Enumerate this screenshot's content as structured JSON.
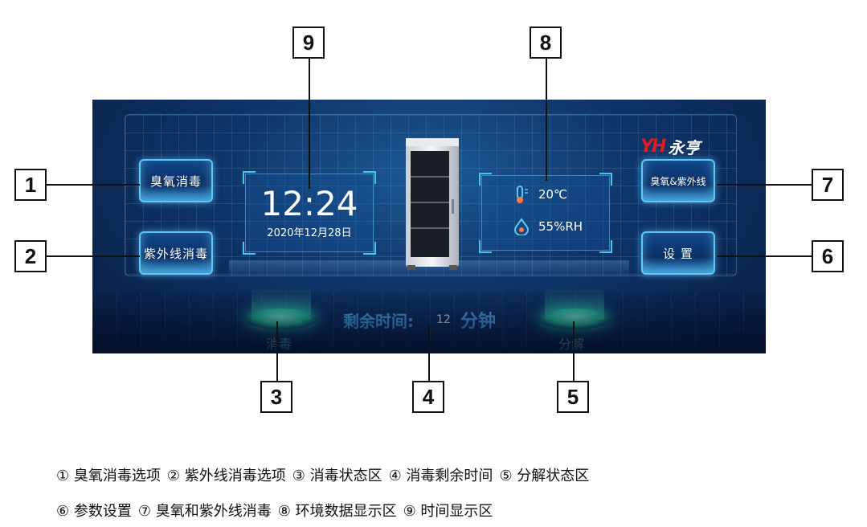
{
  "screen": {
    "brand": {
      "mark": "YH",
      "name": "永亨"
    },
    "buttons": {
      "ozone": "臭氧消毒",
      "uv": "紫外线消毒",
      "ozone_uv": "臭氧&紫外线",
      "settings": "设 置"
    },
    "clock": {
      "time": "12:24",
      "date": "2020年12月28日"
    },
    "environment": {
      "temperature": "20℃",
      "humidity": "55%RH"
    },
    "remaining": {
      "label": "剩余时间:",
      "value": "12",
      "unit": "分钟"
    },
    "status": {
      "disinfect": "消毒",
      "decompose": "分解"
    }
  },
  "callouts": [
    "1",
    "2",
    "3",
    "4",
    "5",
    "6",
    "7",
    "8",
    "9"
  ],
  "legend": {
    "line1": [
      "① 臭氧消毒选项",
      "② 紫外线消毒选项",
      "③ 消毒状态区",
      "④ 消毒剩余时间",
      "⑤ 分解状态区"
    ],
    "line2": [
      "⑥ 参数设置",
      "⑦ 臭氧和紫外线消毒",
      "⑧ 环境数据显示区",
      "⑨ 时间显示区"
    ]
  },
  "colors": {
    "accent": "#45c5f5",
    "screen_bg": "#0f3468",
    "status_glow": "#27d3a7",
    "remaining_text": "#4db7ff"
  }
}
